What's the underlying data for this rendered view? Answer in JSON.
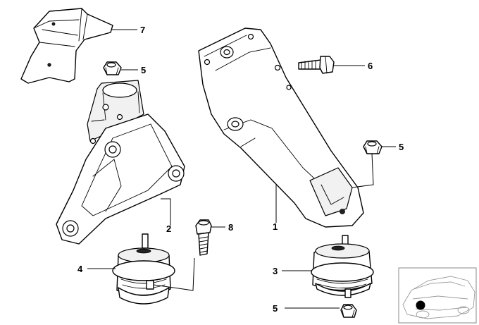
{
  "diagram": {
    "callouts": [
      {
        "id": "c7",
        "label": "7",
        "part": "heat-shield-bracket"
      },
      {
        "id": "c5a",
        "label": "5",
        "part": "hex-nut-upper-left"
      },
      {
        "id": "c6",
        "label": "6",
        "part": "hex-bolt"
      },
      {
        "id": "c5b",
        "label": "5",
        "part": "hex-nut-right"
      },
      {
        "id": "c2",
        "label": "2",
        "part": "engine-support-bracket-left"
      },
      {
        "id": "c8",
        "label": "8",
        "part": "stud-bolt"
      },
      {
        "id": "c1",
        "label": "1",
        "part": "engine-support-bracket-right"
      },
      {
        "id": "c4",
        "label": "4",
        "part": "engine-mount-left"
      },
      {
        "id": "c3",
        "label": "3",
        "part": "engine-mount-right"
      },
      {
        "id": "c5c",
        "label": "5",
        "part": "hex-nut-lower"
      }
    ],
    "colors": {
      "ink": "#000000",
      "paper": "#ffffff",
      "thumb": "#9a9a9a"
    }
  }
}
